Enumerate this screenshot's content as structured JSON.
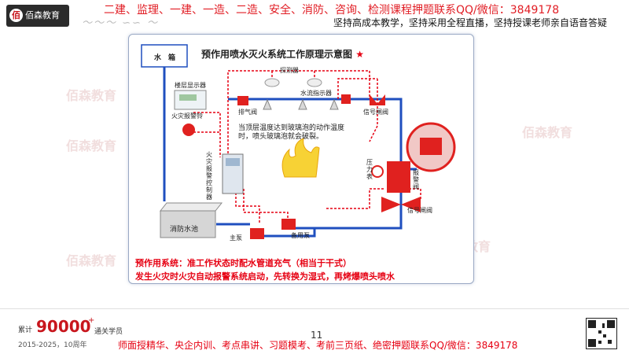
{
  "header": {
    "logo_text": "佰森教育",
    "logo_mark": "佰",
    "marquee": "二建、监理、一建、一造、二造、安全、消防、咨询、检测课程押题联系QQ/微信：3849178",
    "promo": "坚持高成本教学，坚持采用全程直播，坚持授课老师亲自语音答疑"
  },
  "slide": {
    "title": "预作用喷水灭火系统工作原理示意图",
    "title_mark": "★",
    "labels": {
      "water_tank": "水　箱",
      "floor_display": "楼层显示器",
      "fire_bell": "火灾报警铃",
      "detector": "探测器",
      "flow_indicator": "水流指示器",
      "exhaust_valve": "排气阀",
      "signal_valve_top": "信号闸阀",
      "panel": "火灾报警控制器",
      "note": "当顶层温度达到玻璃泡的动作温度时，喷头玻璃泡就会破裂。",
      "pressure_switch": "压力表",
      "alarm_valve": "报警阀",
      "signal_valve_bottom": "信号闸阀",
      "fire_pool": "消防水池",
      "main_pump": "主泵",
      "standby_pump": "备用泵"
    },
    "caption_1": "预作用系统：准工作状态时配水管道充气（相当于干式）",
    "caption_2": "发生火灾时火灾自动报警系统启动，先转换为湿式，再烤爆喷头喷水"
  },
  "footer": {
    "stat_prefix": "累计",
    "stat_number": "90000",
    "stat_plus": "+",
    "stat_suffix": "通关学员",
    "years": "2015-2025，10周年",
    "page_number": "11",
    "bottom_text": "师面授精华、央企内训、考点串讲、习题模考、考前三页纸、绝密押题联系QQ/微信：3849178"
  },
  "colors": {
    "accent": "#e60012",
    "pipe": "#1f4fbf",
    "signal": "#e60012"
  }
}
